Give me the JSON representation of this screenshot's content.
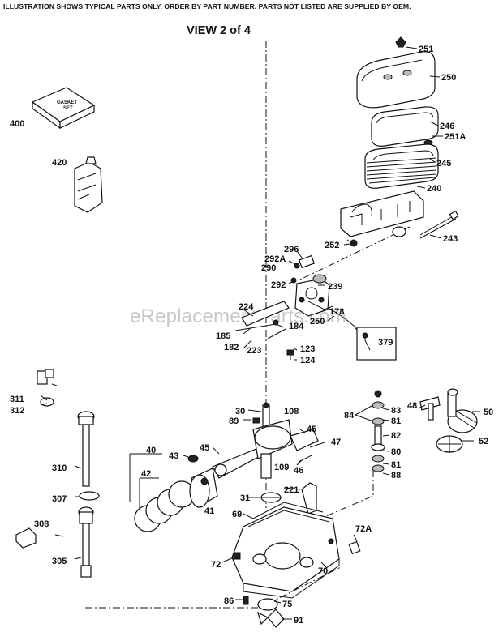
{
  "header": "ILLUSTRATION SHOWS TYPICAL PARTS ONLY. ORDER BY PART NUMBER. PARTS NOT LISTED ARE SUPPLIED BY OEM.",
  "view_title": "VIEW 2 of 4",
  "watermark": "eReplacementParts.com",
  "gasket_box_text": [
    "GASKET",
    "SET"
  ],
  "labels": {
    "p251": "251",
    "p250": "250",
    "p246": "246",
    "p251a": "251A",
    "p245": "245",
    "p240": "240",
    "p243": "243",
    "p252": "252",
    "p296": "296",
    "p292a": "292A",
    "p290": "290",
    "p292": "292",
    "p239": "239",
    "p224": "224",
    "p185": "185",
    "p182": "182",
    "p223": "223",
    "p184": "184",
    "p250b": "250",
    "p178": "178",
    "p379": "379",
    "p123": "123",
    "p124": "124",
    "p400": "400",
    "p420": "420",
    "p311": "311",
    "p312": "312",
    "p310": "310",
    "p307": "307",
    "p308": "308",
    "p305": "305",
    "p30": "30",
    "p108": "108",
    "p89": "89",
    "p45a": "45",
    "p45b": "45",
    "p47": "47",
    "p46": "46",
    "p109": "109",
    "p40": "40",
    "p43": "43",
    "p42": "42",
    "p41": "41",
    "p31": "31",
    "p221": "221",
    "p69": "69",
    "p72": "72",
    "p70": "70",
    "p72a": "72A",
    "p86": "86",
    "p75": "75",
    "p91": "91",
    "p84": "84",
    "p83": "83",
    "p81a": "81",
    "p82": "82",
    "p80": "80",
    "p81b": "81",
    "p88": "88",
    "p48": "48",
    "p50": "50",
    "p52": "52"
  }
}
